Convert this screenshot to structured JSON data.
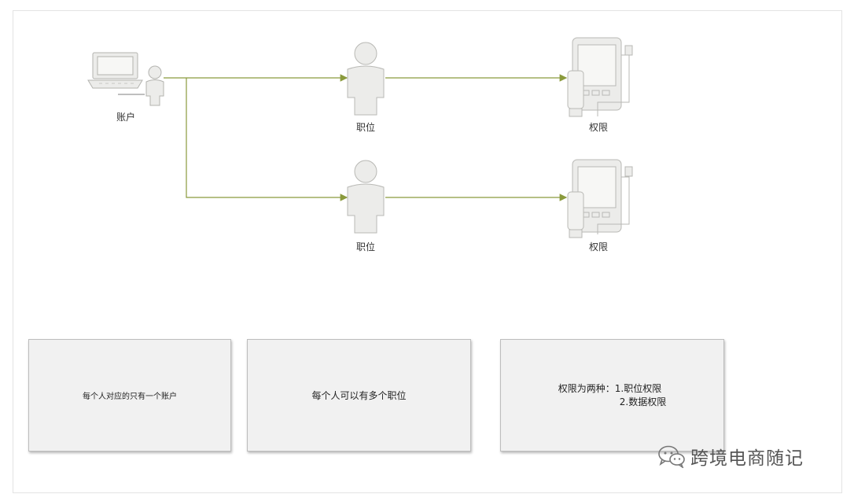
{
  "nodes": {
    "account_label": "账户",
    "position_label": "职位",
    "permission_label": "权限"
  },
  "notes": {
    "account": "每个人对应的只有一个账户",
    "position": "每个人可以有多个职位",
    "permission_line1": "权限为两种：1.职位权限",
    "permission_line2": "2.数据权限"
  },
  "watermark": {
    "text": "跨境电商随记",
    "icon": "wechat-icon"
  },
  "colors": {
    "connector": "#8a9a3c",
    "figure_fill": "#ececea",
    "figure_stroke": "#b9b9b5"
  }
}
